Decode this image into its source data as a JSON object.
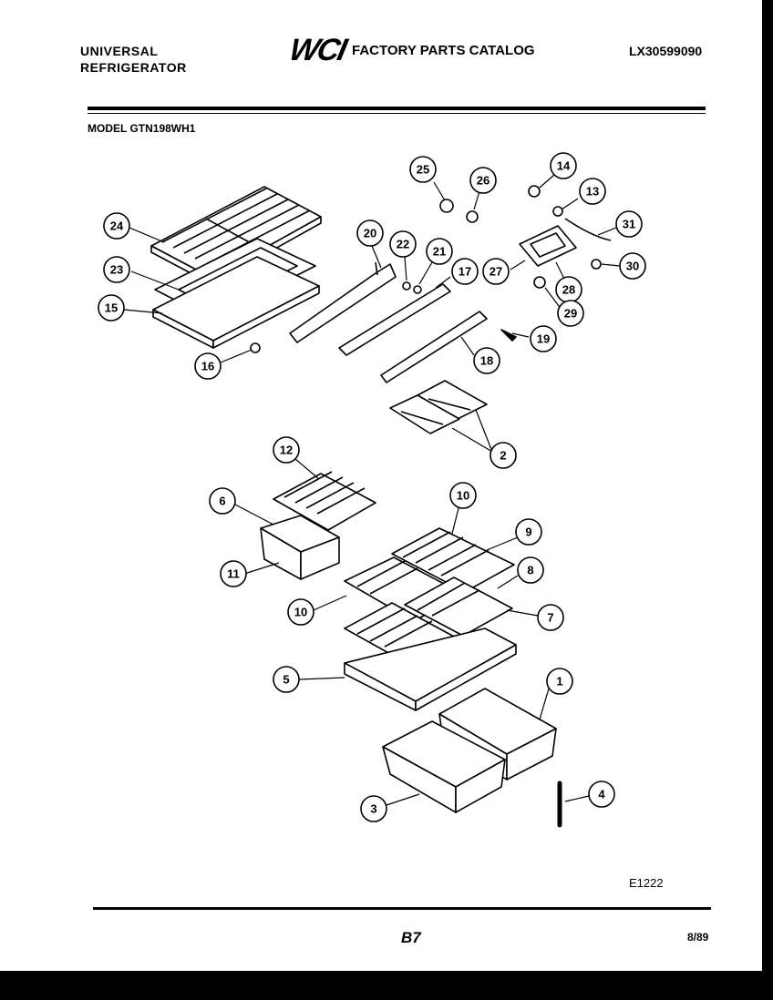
{
  "header": {
    "brand_line1": "UNIVERSAL",
    "brand_line2": "REFRIGERATOR",
    "logo": "WCI",
    "catalog_title": "FACTORY PARTS CATALOG",
    "catalog_code": "LX30599090",
    "model": "MODEL GTN198WH1"
  },
  "diagram": {
    "part_labels": [
      "24",
      "23",
      "15",
      "16",
      "20",
      "22",
      "21",
      "17",
      "18",
      "19",
      "25",
      "26",
      "14",
      "13",
      "31",
      "27",
      "28",
      "30",
      "29",
      "2",
      "12",
      "6",
      "11",
      "10",
      "9",
      "8",
      "7",
      "10",
      "5",
      "1",
      "3",
      "4"
    ]
  },
  "footer": {
    "figure_id": "E1222",
    "page_number": "B7",
    "date": "8/89"
  }
}
